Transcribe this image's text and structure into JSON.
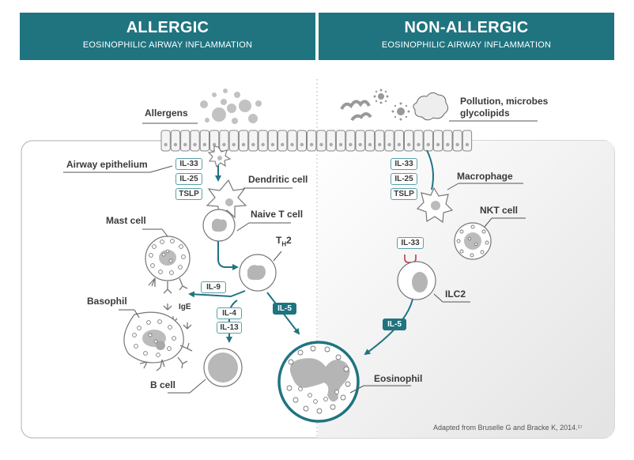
{
  "header": {
    "left_title": "ALLERGIC",
    "left_subtitle": "EOSINOPHILIC AIRWAY INFLAMMATION",
    "right_title": "NON-ALLERGIC",
    "right_subtitle": "EOSINOPHILIC AIRWAY INFLAMMATION"
  },
  "labels": {
    "allergens": "Allergens",
    "pollution_line1": "Pollution, microbes",
    "pollution_line2": "glycolipids",
    "airway_epithelium": "Airway epithelium",
    "dendritic_cell": "Dendritic cell",
    "naive_t_cell": "Naive T cell",
    "th2_main": "T",
    "th2_sub": "H",
    "th2_suffix": "2",
    "mast_cell": "Mast cell",
    "basophil": "Basophil",
    "ige": "IgE",
    "b_cell": "B cell",
    "eosinophil": "Eosinophil",
    "macrophage": "Macrophage",
    "nkt_cell": "NKT cell",
    "ilc2": "ILC2"
  },
  "cytokines": {
    "left_il33": "IL-33",
    "left_il25": "IL-25",
    "left_tslp": "TSLP",
    "right_il33": "IL-33",
    "right_il25": "IL-25",
    "right_tslp": "TSLP",
    "ilc2_il33": "IL-33",
    "il9": "IL-9",
    "il4": "IL-4",
    "il13": "IL-13",
    "il5_left": "IL-5",
    "il5_right": "IL-5"
  },
  "credit": "Adapted from Bruselle G and Bracke K, 2014.¹⁷",
  "colors": {
    "teal_dark": "#1f7480",
    "teal_light": "#5aa0a8",
    "grey_cell": "#b5b5b5",
    "grey_line": "#555555"
  }
}
